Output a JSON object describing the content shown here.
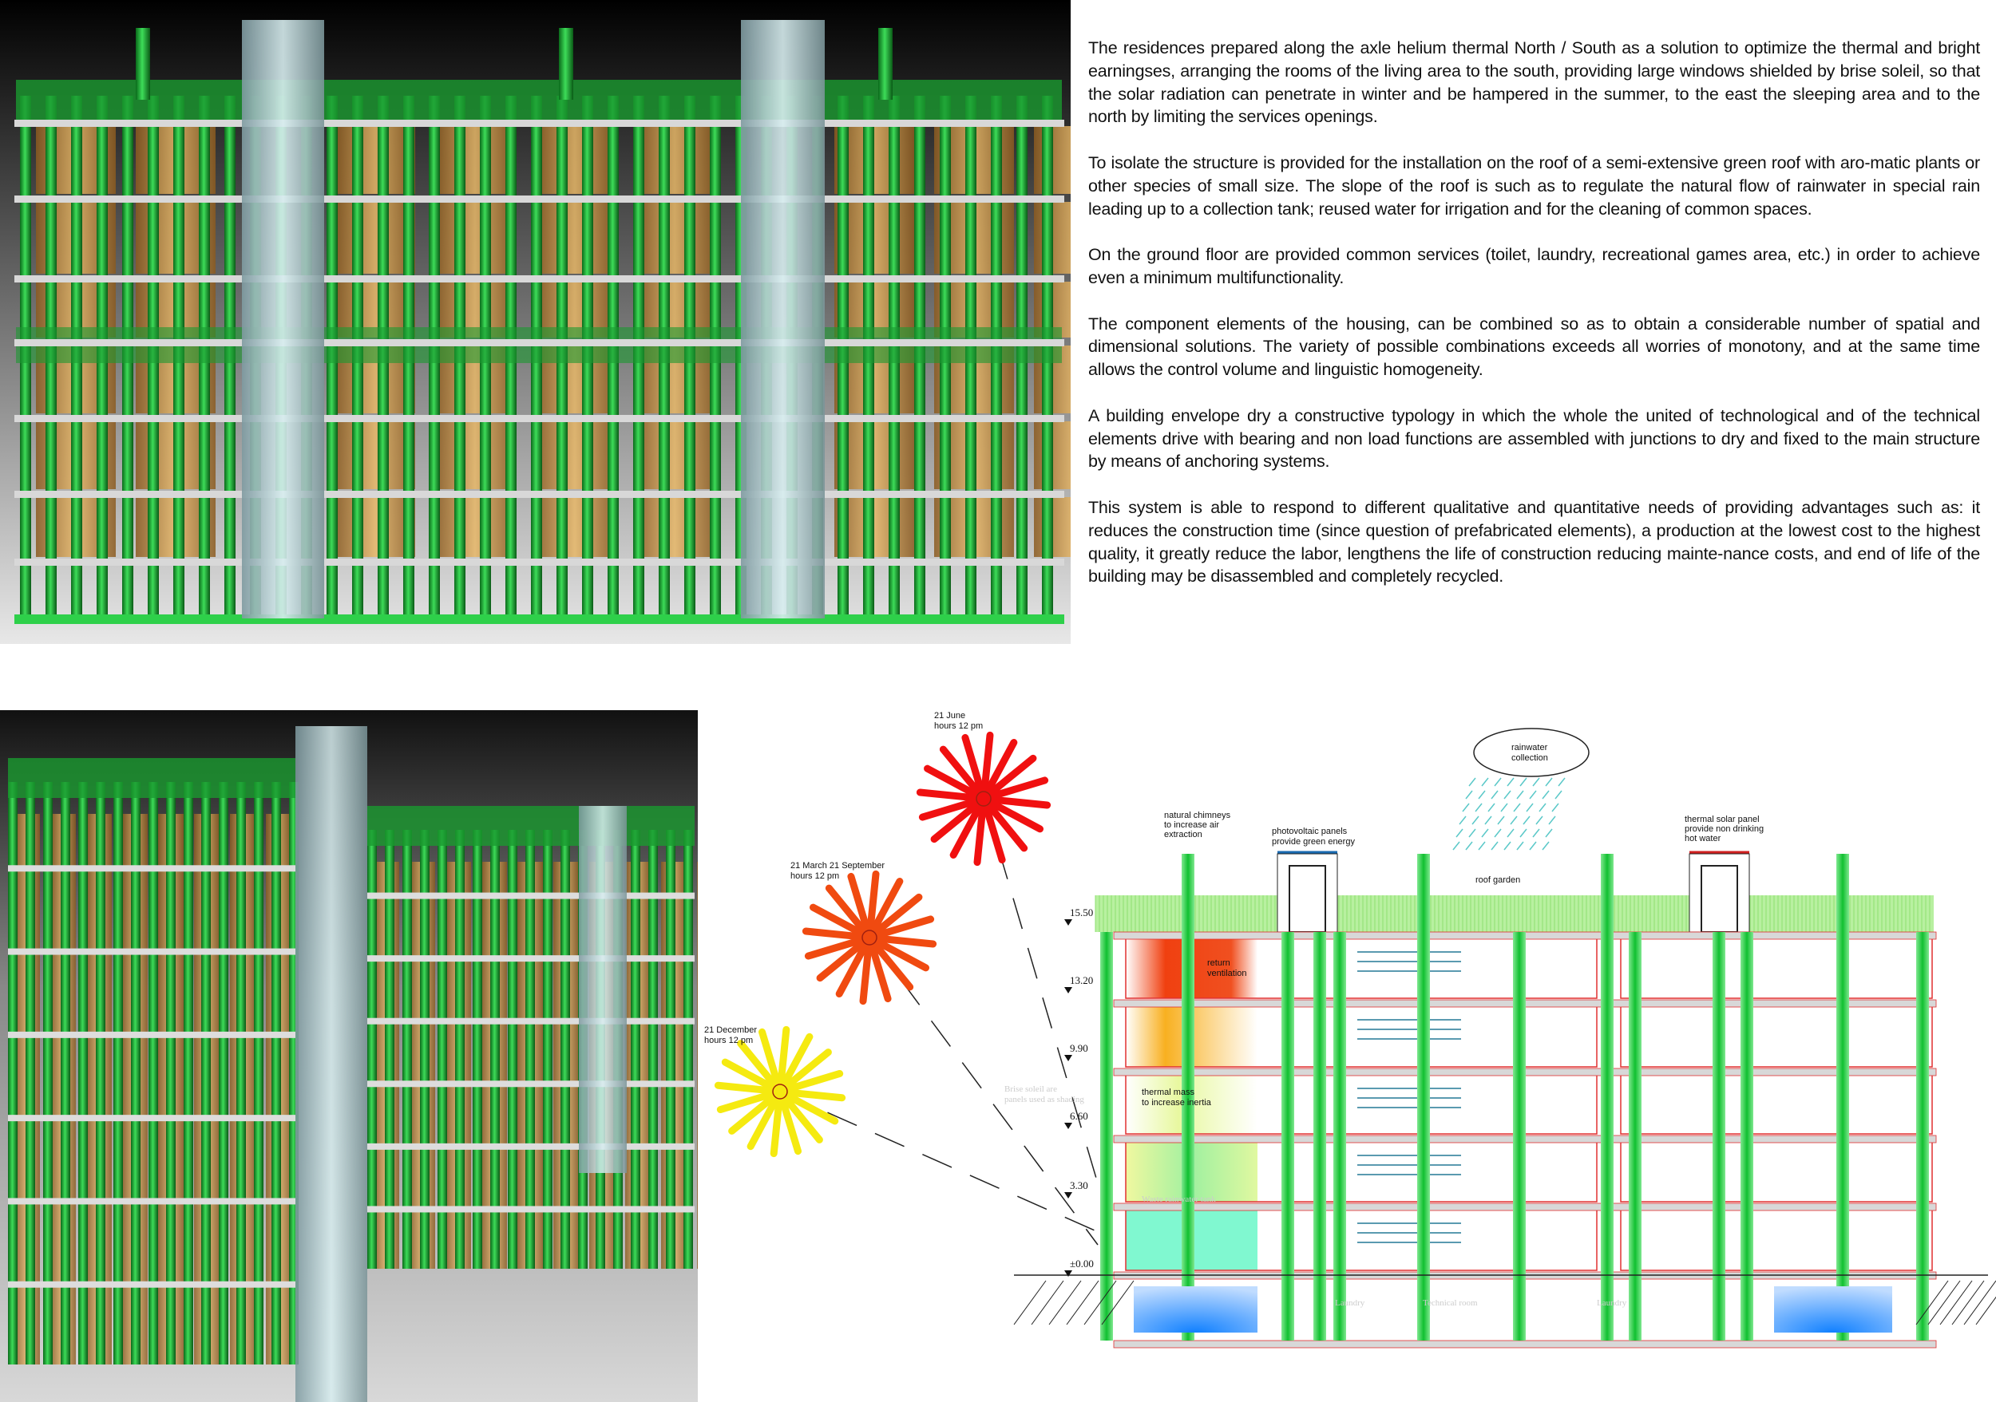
{
  "description": {
    "paragraphs": [
      "The residences prepared along the axle helium thermal North / South as a solution to optimize the thermal and bright earningses, arranging the rooms of the living area to the south, providing large windows shielded by brise soleil, so that the solar radiation can penetrate in winter and be hampered in the summer, to the east the sleeping area and to the north by limiting the services openings.",
      "To isolate the structure is provided for the installation on the roof of a semi-extensive green roof with aro-matic plants or other species of small size. The slope of the roof is such as to regulate the natural flow of rainwater in special rain leading up to a collection tank; reused water for irrigation and for the cleaning of common spaces.",
      "On the ground floor are provided common services (toilet, laundry, recreational games area, etc.) in order to achieve even a minimum multifunctionality.",
      "The component elements of the housing, can be combined so as to obtain a considerable number of spatial and dimensional solutions. The variety of possible combinations exceeds all worries of monotony, and at the same time allows the control volume and linguistic homogeneity.",
      "A building envelope dry a constructive typology in which the whole the united of technological and  of the technical elements drive with bearing and non load functions are assembled with junctions to dry and fixed to the main structure by means of anchoring systems.",
      "This system is able to respond to different qualitative and quantitative needs of providing advantages such as: it reduces the construction time (since question of prefabricated elements), a production at the lowest cost to the highest quality, it greatly reduce the labor, lengthens the life of construction reducing mainte-nance costs, and end of life of the building may be disassembled and completely recycled."
    ]
  },
  "section": {
    "suns": [
      {
        "line1": "21 June",
        "line2": "hours 12 pm",
        "color": "#f01010"
      },
      {
        "line1": "21 March 21 September",
        "line2": "hours 12 pm",
        "color": "#f04a10"
      },
      {
        "line1": "21 December",
        "line2": "hours 12 pm",
        "color": "#f5ea10"
      }
    ],
    "levels": [
      "15.50",
      "13.20",
      "9.90",
      "6.60",
      "3.30",
      "±0.00"
    ],
    "labels": {
      "chimneys": [
        "natural chimneys",
        "to increase air",
        "extraction"
      ],
      "photovoltaic": [
        "photovoltaic panels",
        "provide green energy"
      ],
      "rainwater": [
        "rainwater",
        "collection"
      ],
      "roof_garden": "roof garden",
      "thermal_solar": [
        "thermal solar panel",
        "provide non drinking",
        "hot water"
      ],
      "return_ventilation": [
        "return",
        "ventilation"
      ],
      "thermal_mass": [
        "thermal mass",
        "to increase inertia"
      ],
      "brise_soleil": [
        "Brise soleil are",
        "panels used as shading"
      ]
    },
    "rooms": [
      "Waste rainwater tank",
      "Laundry",
      "Technical room",
      "Laundry"
    ]
  },
  "colors": {
    "green": "#1fb53a",
    "roof_green": "#b8f0a0",
    "section_red": "#e03030",
    "slab": "#d8d8d8"
  }
}
